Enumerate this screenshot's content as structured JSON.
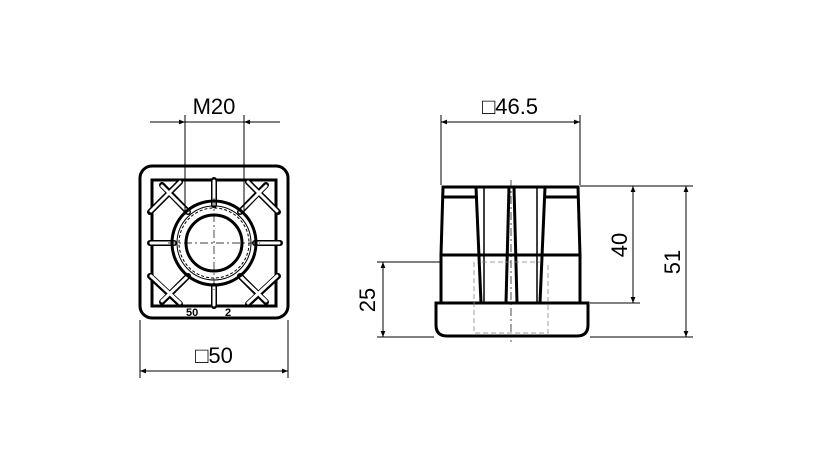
{
  "front_view": {
    "thread_label": "M20",
    "width_label": "□50",
    "marking_left": "50",
    "marking_right": "2"
  },
  "side_view": {
    "width_label": "□46.5",
    "height_base_label": "25",
    "height_body_label": "40",
    "height_total_label": "51"
  },
  "colors": {
    "line": "#000000",
    "background": "#ffffff"
  }
}
